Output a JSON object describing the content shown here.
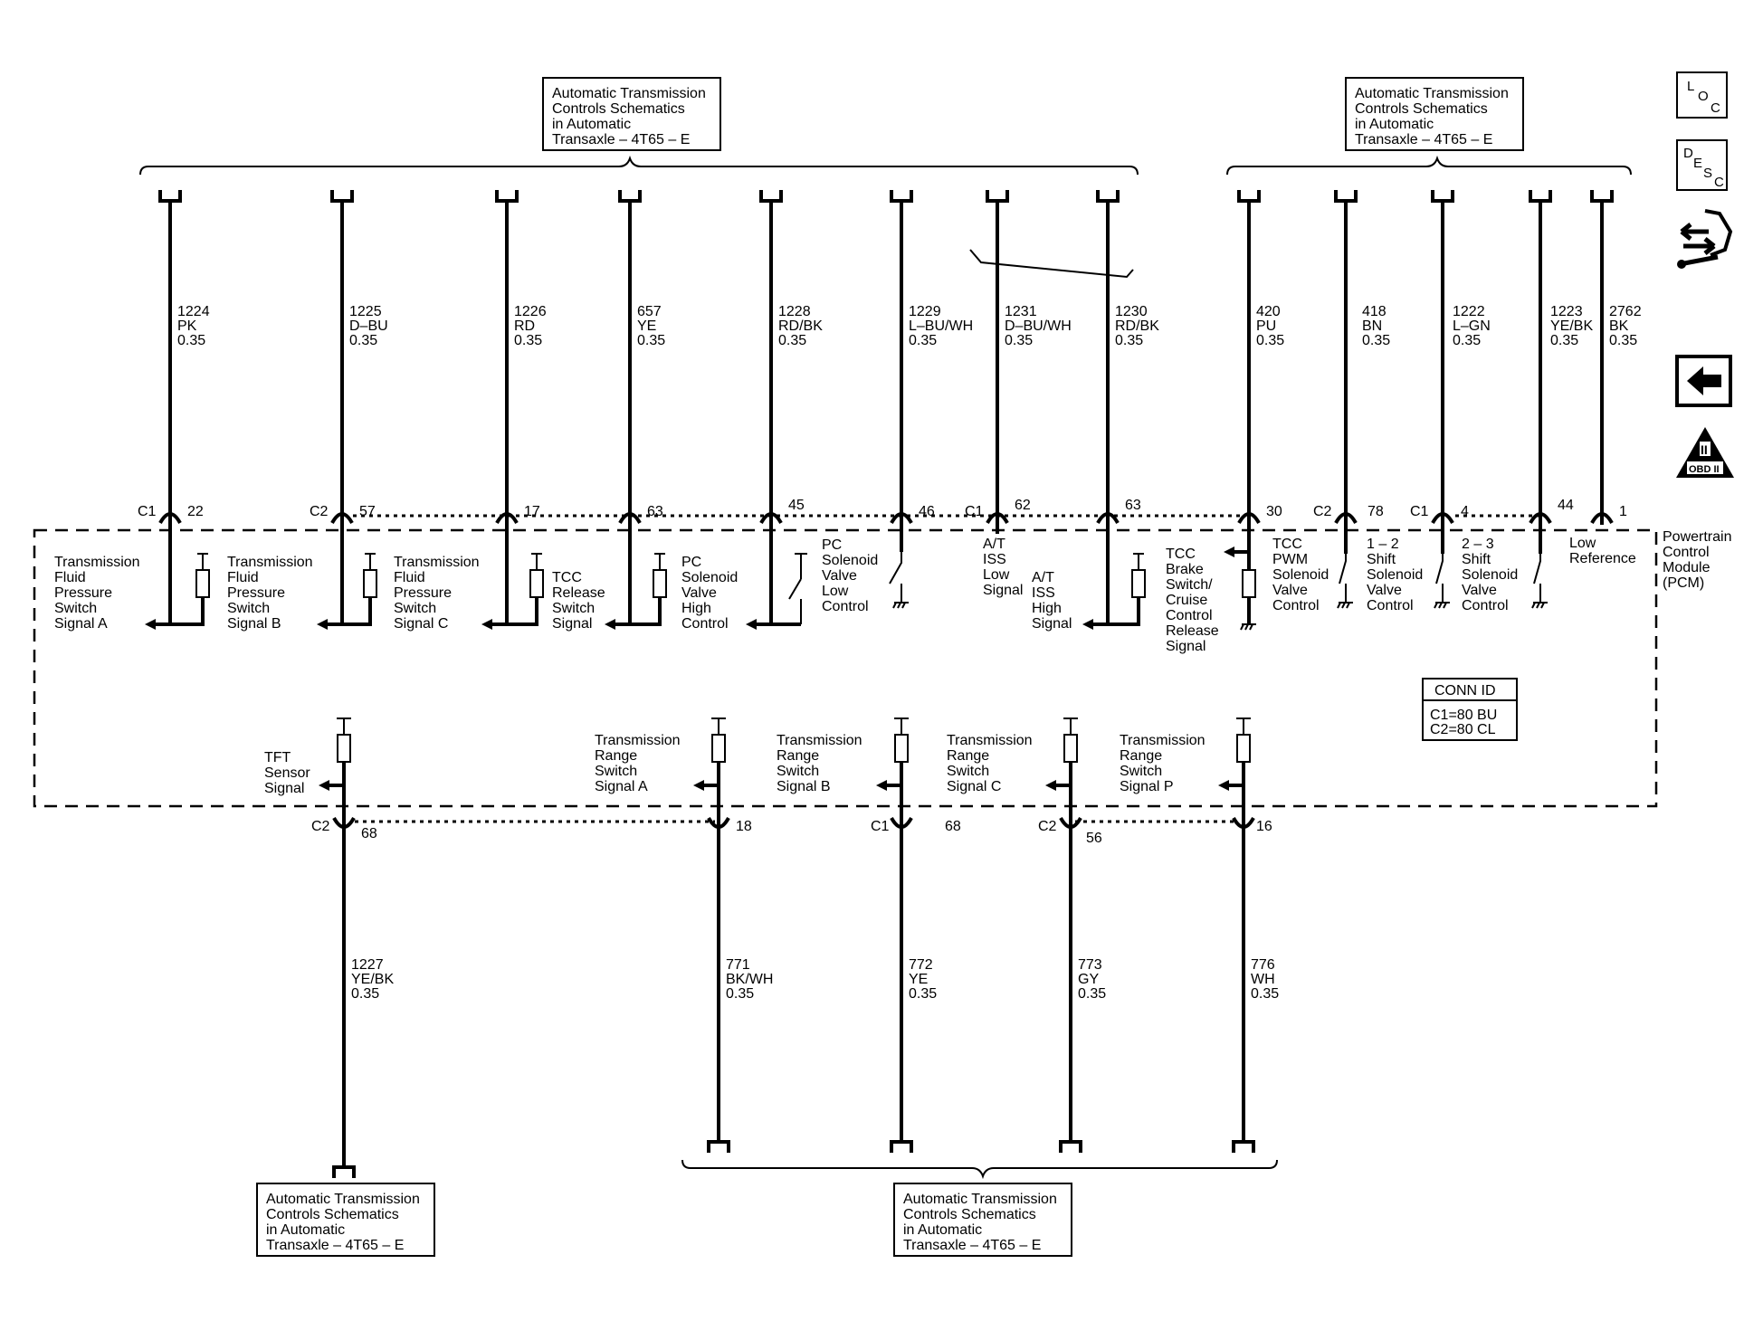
{
  "references": {
    "top_left": [
      "Automatic Transmission",
      "Controls Schematics",
      "in Automatic",
      "Transaxle – 4T65 – E"
    ],
    "top_right": [
      "Automatic Transmission",
      "Controls Schematics",
      "in Automatic",
      "Transaxle – 4T65 – E"
    ],
    "bottom_left": [
      "Automatic Transmission",
      "Controls Schematics",
      "in Automatic",
      "Transaxle – 4T65 – E"
    ],
    "bottom_right": [
      "Automatic Transmission",
      "Controls Schematics",
      "in Automatic",
      "Transaxle – 4T65 – E"
    ]
  },
  "nav_icons": {
    "loc": [
      "L",
      "O",
      "C"
    ],
    "desc": [
      "D",
      "E",
      "S",
      "C"
    ],
    "obd": [
      "II",
      "OBD II"
    ]
  },
  "module": {
    "name": [
      "Powertrain",
      "Control",
      "Module",
      "(PCM)"
    ],
    "conn_id": {
      "title": "CONN ID",
      "c1": "C1=80 BU",
      "c2": "C2=80 CL"
    }
  },
  "top_wires": [
    {
      "circuit": "1224",
      "color": "PK",
      "gauge": "0.35",
      "conn": "C1",
      "pin": "22",
      "signal": [
        "Transmission",
        "Fluid",
        "Pressure",
        "Switch",
        "Signal A"
      ]
    },
    {
      "circuit": "1225",
      "color": "D–BU",
      "gauge": "0.35",
      "conn": "C2",
      "pin": "57",
      "signal": [
        "Transmission",
        "Fluid",
        "Pressure",
        "Switch",
        "Signal B"
      ]
    },
    {
      "circuit": "1226",
      "color": "RD",
      "gauge": "0.35",
      "conn": "",
      "pin": "17",
      "signal": [
        "Transmission",
        "Fluid",
        "Pressure",
        "Switch",
        "Signal C"
      ]
    },
    {
      "circuit": "657",
      "color": "YE",
      "gauge": "0.35",
      "conn": "",
      "pin": "63",
      "signal": [
        "TCC",
        "Release",
        "Switch",
        "Signal"
      ]
    },
    {
      "circuit": "1228",
      "color": "RD/BK",
      "gauge": "0.35",
      "conn": "",
      "pin": "45",
      "signal": [
        "PC",
        "Solenoid",
        "Valve",
        "High",
        "Control"
      ]
    },
    {
      "circuit": "1229",
      "color": "L–BU/WH",
      "gauge": "0.35",
      "conn": "",
      "pin": "46",
      "signal": [
        "PC",
        "Solenoid",
        "Valve",
        "Low",
        "Control"
      ]
    },
    {
      "circuit": "1231",
      "color": "D–BU/WH",
      "gauge": "0.35",
      "conn": "C1",
      "pin": "62",
      "signal": [
        "A/T",
        "ISS",
        "Low",
        "Signal"
      ]
    },
    {
      "circuit": "1230",
      "color": "RD/BK",
      "gauge": "0.35",
      "conn": "",
      "pin": "63",
      "signal": [
        "A/T",
        "ISS",
        "High",
        "Signal"
      ]
    },
    {
      "circuit": "420",
      "color": "PU",
      "gauge": "0.35",
      "conn": "",
      "pin": "30",
      "signal": [
        "TCC",
        "Brake",
        "Switch/",
        "Cruise",
        "Control",
        "Release",
        "Signal"
      ]
    },
    {
      "circuit": "418",
      "color": "BN",
      "gauge": "0.35",
      "conn": "C2",
      "pin": "78",
      "signal": [
        "TCC",
        "PWM",
        "Solenoid",
        "Valve",
        "Control"
      ]
    },
    {
      "circuit": "1222",
      "color": "L–GN",
      "gauge": "0.35",
      "conn": "C1",
      "pin": "4",
      "signal": [
        "1 – 2",
        "Shift",
        "Solenoid",
        "Valve",
        "Control"
      ]
    },
    {
      "circuit": "1223",
      "color": "YE/BK",
      "gauge": "0.35",
      "conn": "",
      "pin": "44",
      "signal": [
        "2 – 3",
        "Shift",
        "Solenoid",
        "Valve",
        "Control"
      ]
    },
    {
      "circuit": "2762",
      "color": "BK",
      "gauge": "0.35",
      "conn": "",
      "pin": "1",
      "signal": [
        "Low",
        "Reference"
      ]
    }
  ],
  "bottom_wires": [
    {
      "circuit": "1227",
      "color": "YE/BK",
      "gauge": "0.35",
      "conn": "C2",
      "pin": "68",
      "signal": [
        "TFT",
        "Sensor",
        "Signal"
      ]
    },
    {
      "circuit": "771",
      "color": "BK/WH",
      "gauge": "0.35",
      "conn": "",
      "pin": "18",
      "signal": [
        "Transmission",
        "Range",
        "Switch",
        "Signal A"
      ]
    },
    {
      "circuit": "772",
      "color": "YE",
      "gauge": "0.35",
      "conn": "C1",
      "pin": "68",
      "signal": [
        "Transmission",
        "Range",
        "Switch",
        "Signal B"
      ]
    },
    {
      "circuit": "773",
      "color": "GY",
      "gauge": "0.35",
      "conn": "C2",
      "pin": "56",
      "signal": [
        "Transmission",
        "Range",
        "Switch",
        "Signal C"
      ]
    },
    {
      "circuit": "776",
      "color": "WH",
      "gauge": "0.35",
      "conn": "",
      "pin": "16",
      "signal": [
        "Transmission",
        "Range",
        "Switch",
        "Signal P"
      ]
    }
  ]
}
